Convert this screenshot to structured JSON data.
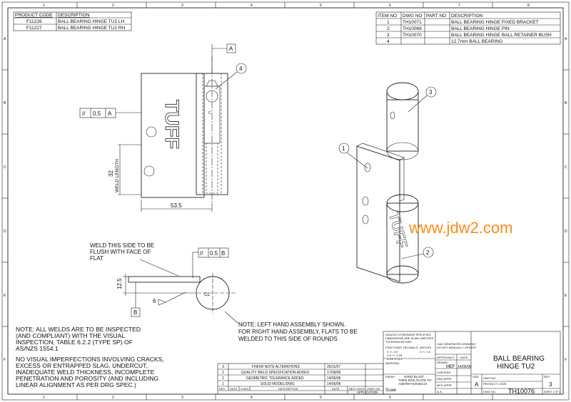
{
  "border": {
    "cols": [
      "1",
      "2",
      "3",
      "4",
      "5",
      "6",
      "7",
      "8"
    ],
    "rows": [
      "A",
      "B",
      "C",
      "D",
      "E",
      "F"
    ]
  },
  "product_table": {
    "headers": [
      "PRODUCT CODE",
      "DESCRIPTION"
    ],
    "rows": [
      [
        "F11226",
        "BALL BEARING HINGE TU2 LH"
      ],
      [
        "F11227",
        "BALL BEARING HINGE TU2 RH"
      ]
    ]
  },
  "parts_table": {
    "headers": [
      "ITEM NO",
      "DWG NO",
      "PART NO",
      "DESCRIPTION"
    ],
    "rows": [
      [
        "1",
        "TH10071",
        "",
        "BALL BEARING HINGE FIXED BRACKET"
      ],
      [
        "2",
        "TH10069",
        "",
        "BALL BEARING HINGE PIN"
      ],
      [
        "3",
        "TH10070",
        "",
        "BALL BEARING HINGE BALL RETAINER BUSH"
      ],
      [
        "4",
        "",
        "",
        "12.7mm BALL BEARING"
      ]
    ]
  },
  "views": {
    "datum_a": "A",
    "datum_b": "B",
    "fcf1": {
      "symbol": "//",
      "tol": "0.5",
      "datum": "A"
    },
    "fcf2": {
      "symbol": "//",
      "tol": "0.5",
      "datum": "B"
    },
    "dim_weld_length": "32",
    "weld_length_label": "WELD LENGTH",
    "dim_width": "53.5",
    "dim_height": "12.5",
    "dim_6": "6",
    "stamp": "TUFF",
    "balloons": [
      "1",
      "2",
      "3",
      "4"
    ],
    "weld_note": [
      "WELD THIS SIDE TO BE",
      "FLUSH WITH FACE OF",
      "FLAT"
    ],
    "hand_note": [
      "NOTE: LEFT HAND ASSEMBLY SHOWN.",
      "FOR RIGHT HAND ASSEMBLY,  FLATS TO BE",
      "WELDED TO THIS SIDE OF ROUNDS"
    ]
  },
  "watermark": "www.jdw2.com",
  "notes": {
    "welds": [
      "NOTE: ALL WELDS ARE TO BE INSPECTED",
      "(AND COMPLIANT) WITH THE VISUAL",
      "INSPECTION, TABLE 6.2.2 (TYPE SP) OF",
      "AS/NZS 1554.1"
    ],
    "imperfections": [
      "NO VISUAL IMPERFECTIONS INVOLVING CRACKS,",
      "EXCESS OR ENTRAPPED SLAG, UNDERCUT,",
      "INADEQUATE WELD THICKNESS, INCOMPLETE",
      "PENETRATION AND POROSITY (AND INCLUDING",
      "LINEAR ALIGNMENT AS PER DRG SPEC.)"
    ]
  },
  "revisions": {
    "rows": [
      [
        "3",
        "FINISH NOTE ALTERATIONS",
        "26/11/07"
      ],
      [
        "2",
        "QUALITY WELD SPECIFICATION ADDED",
        "17/08/06"
      ],
      [
        "2",
        "GEOMETRIC TOLERANCE ADDED",
        "14/06/06"
      ],
      [
        "1",
        "SOLID MODEL/DWG",
        "14/06/06"
      ]
    ],
    "header": [
      "REV",
      "DATE",
      "CHKD",
      "DESCRIPTION",
      "DATE",
      "NEXT ASSY",
      "USED ON"
    ],
    "application": "APPLICATION"
  },
  "title_block": {
    "tolerance_note": [
      "UNLESS OTHERWISE SPECIFIED",
      "DIMENSIONS ARE IN MILLIMETERS",
      "TOLERANCES ARE:"
    ],
    "tol_headers": [
      "FRACTIONS",
      "DECIMALS",
      "ANGLES"
    ],
    "tol_values": [
      "X  +/- 0.5",
      "X  +/- 1.0",
      "X.X  +/- 0.25",
      "X.XX  +/- 0.1"
    ],
    "material_label": "MATERIAL",
    "finish_label": "FINISH",
    "finish_text": [
      "SAND BLAST",
      "THEN ZINC PLATE TO",
      "AS5789 Fe/Zn5/c1A"
    ],
    "scale_label": "Scale",
    "cad_note": [
      "CAD GENERATED DRAWING",
      "DO NOT MANUALLY UPDATE"
    ],
    "approvals": [
      "APPROVALS",
      "DATE"
    ],
    "drawn_label": "DRAWN",
    "drawn_by": "MEF",
    "drawn_date": "14/06/06",
    "check_labels": [
      "CHECKED",
      "ENG APPR",
      "MFG APPR",
      "Q.A."
    ],
    "title": [
      "BALL BEARING",
      "HINGE TU2"
    ],
    "size_label": "SIZE",
    "size": "A",
    "part_no_label": "PART NO.",
    "product_code_label": "PRODUCT CODE",
    "dwg_no_label": "DWG NO.",
    "dwg_no": "TH10076",
    "rev_label": "REV",
    "rev": "3",
    "sheet_label": "SHEET 1 OF 1"
  }
}
